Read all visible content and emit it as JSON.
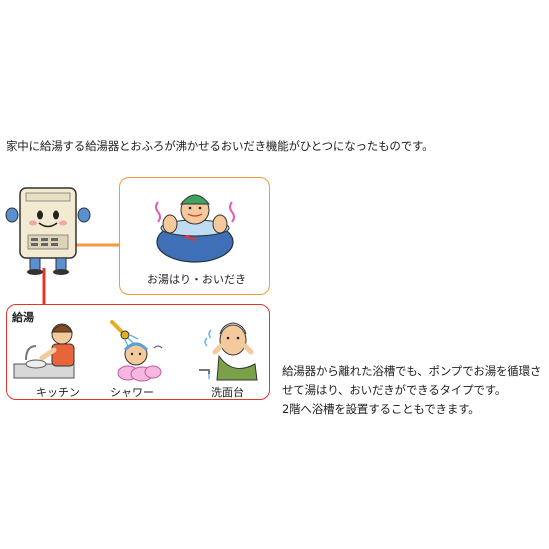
{
  "intro_text": "家中に給湯する給湯器とおふろが沸かせるおいだき機能がひとつになったものです。",
  "ohuro_caption": "お湯はり・おいだき",
  "kyuto_caption": "給湯",
  "locations": [
    "キッチン",
    "シャワー",
    "洗面台"
  ],
  "description_lines": [
    "給湯器から離れた浴槽でも、ポンプでお湯を循環さ",
    "せて湯はり、おいだきができるタイプです。",
    "2階へ浴槽を設置することもできます。"
  ],
  "colors": {
    "orange": "#f39a3c",
    "red": "#e8332a",
    "bathtub_blue": "#3f6fb6",
    "heater_body": "#f3ead2"
  }
}
